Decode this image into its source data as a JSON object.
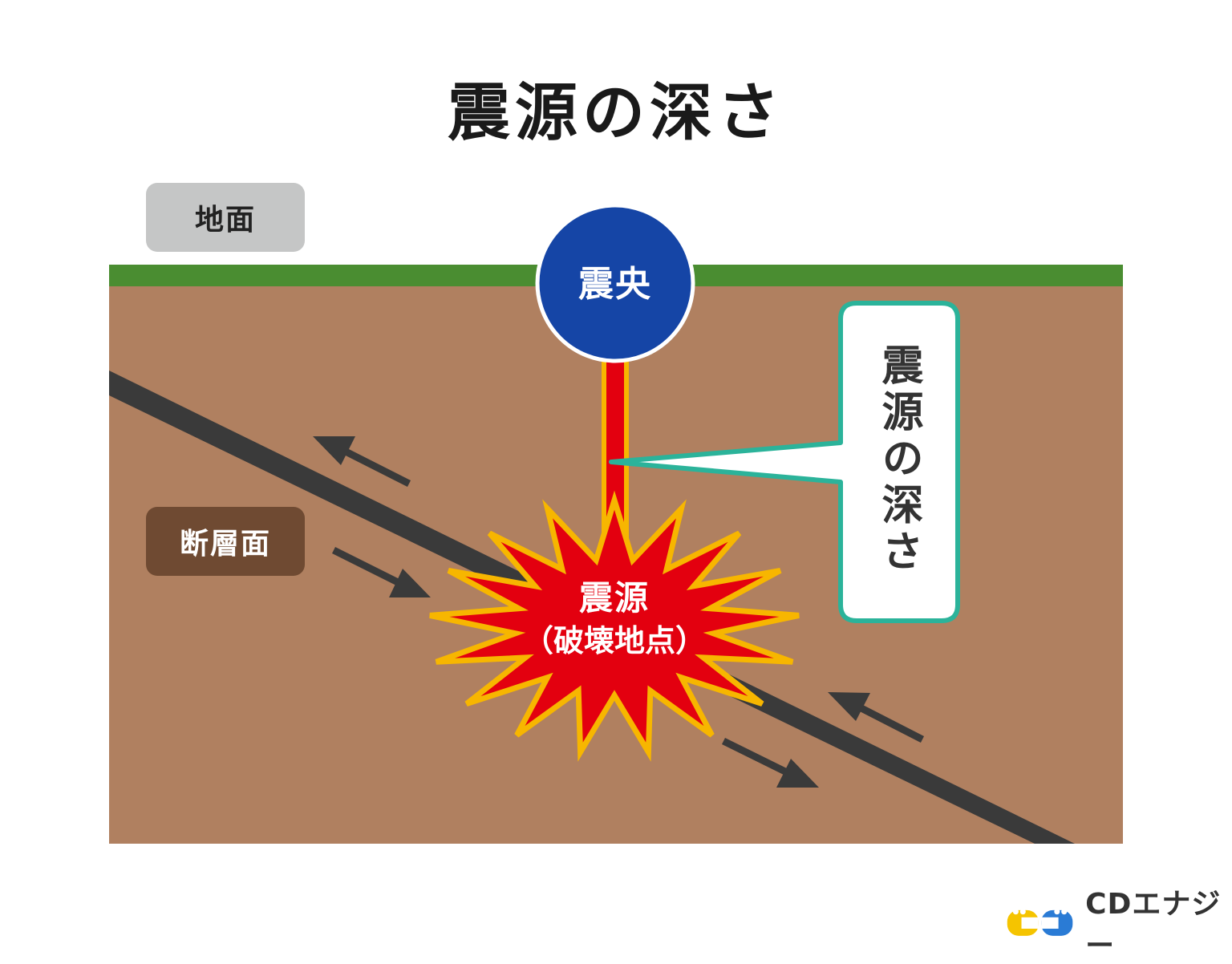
{
  "title": "震源の深さ",
  "labels": {
    "ground": "地面",
    "fault_plane": "断層面",
    "epicenter": "震央",
    "hypocenter_line1": "震源",
    "hypocenter_line2": "（破壊地点）",
    "depth": "震源の深さ"
  },
  "logo": {
    "text": "CDエナジー",
    "icon": "cd-logo-icon"
  },
  "colors": {
    "soil": "#b08060",
    "grass": "#4a8d31",
    "fault": "#3a3a3a",
    "epicenter_fill": "#1545a6",
    "hypocenter_fill": "#e3000f",
    "hypocenter_outline": "#f7b600",
    "callout_border": "#2bb39a",
    "logo_yellow": "#f5c400",
    "logo_blue": "#2a7bd5"
  }
}
